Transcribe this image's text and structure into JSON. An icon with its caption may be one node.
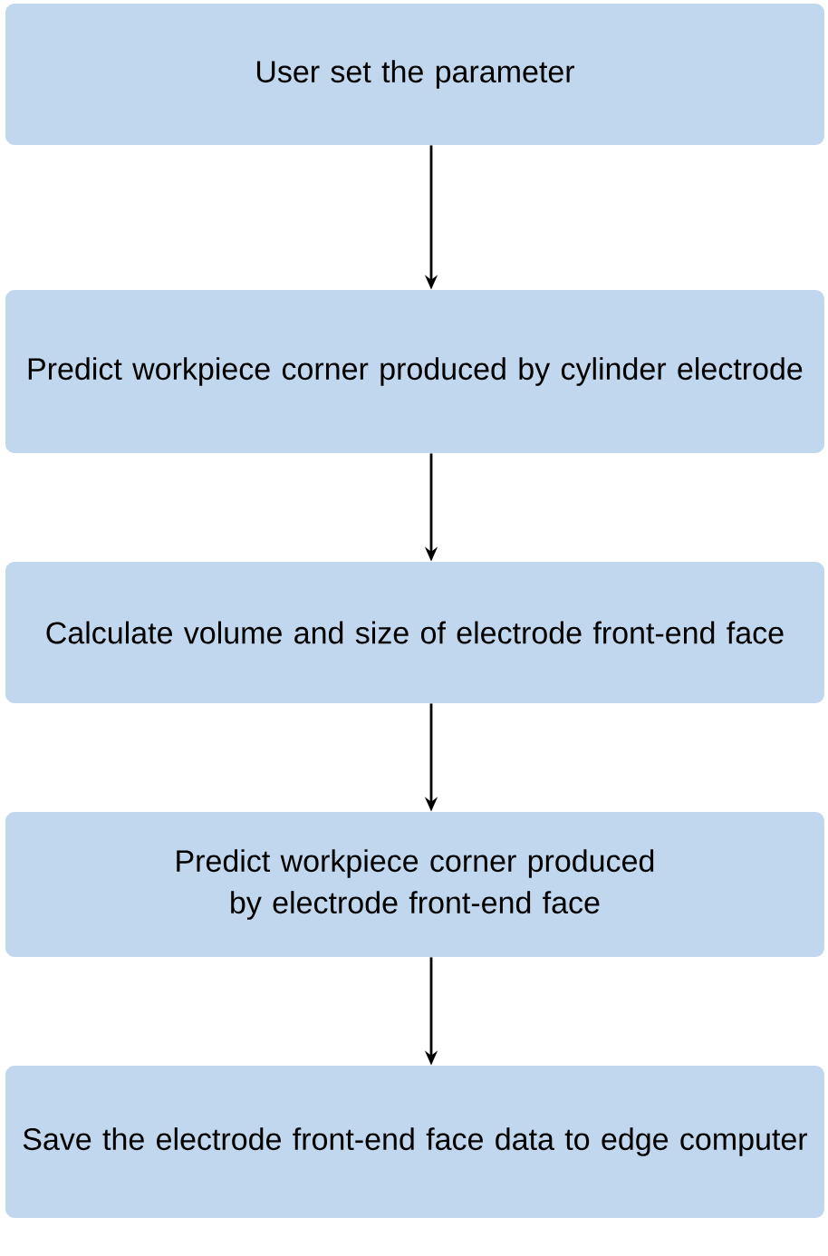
{
  "diagram": {
    "nodes": [
      {
        "text": [
          "User set the parameter"
        ]
      },
      {
        "text": [
          "Predict workpiece corner produced by cylinder electrode"
        ]
      },
      {
        "text": [
          "Calculate volume and size of electrode front-end face"
        ]
      },
      {
        "text": [
          "Predict workpiece corner produced by electrode front-end face"
        ]
      },
      {
        "text": [
          "Save the electrode front-end face data to edge computer"
        ]
      }
    ],
    "edges": [
      {
        "from": 0,
        "to": 1,
        "arrow": "to"
      },
      {
        "from": 1,
        "to": 2,
        "arrow": "to"
      },
      {
        "from": 2,
        "to": 3,
        "arrow": "to"
      },
      {
        "from": 3,
        "to": 4,
        "arrow": "to"
      }
    ]
  }
}
